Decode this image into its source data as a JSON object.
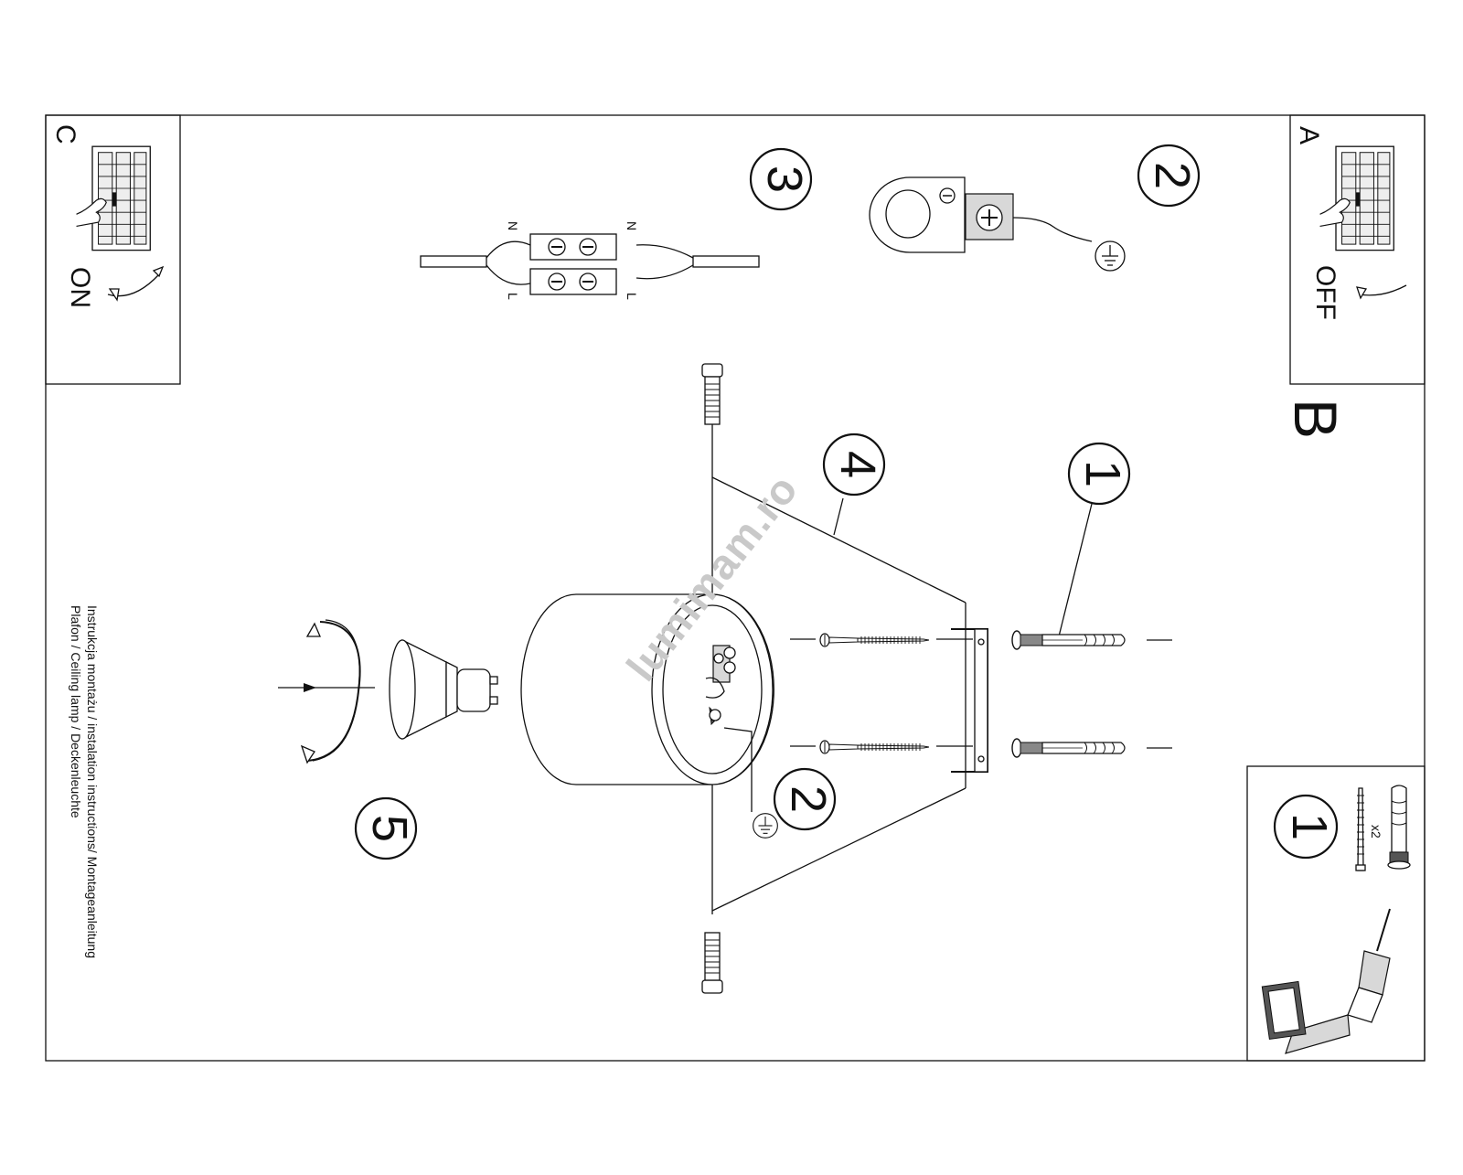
{
  "panels": {
    "a": {
      "letter": "A",
      "state_label": "OFF"
    },
    "b": {
      "letter": "B"
    },
    "c": {
      "letter": "C",
      "state_label": "ON"
    }
  },
  "callouts": [
    "1",
    "2",
    "3",
    "4",
    "5",
    "2",
    "1"
  ],
  "terminal_labels": {
    "neutral": "N",
    "live": "L"
  },
  "parts_panel": {
    "quantity": "x2"
  },
  "caption": {
    "line1": "Instrukcja montażu / instalation instructions/ Montageanleitung",
    "line2": "Plafon / Ceiling lamp / Deckenleuchte"
  },
  "watermark": "lumimam.ro"
}
